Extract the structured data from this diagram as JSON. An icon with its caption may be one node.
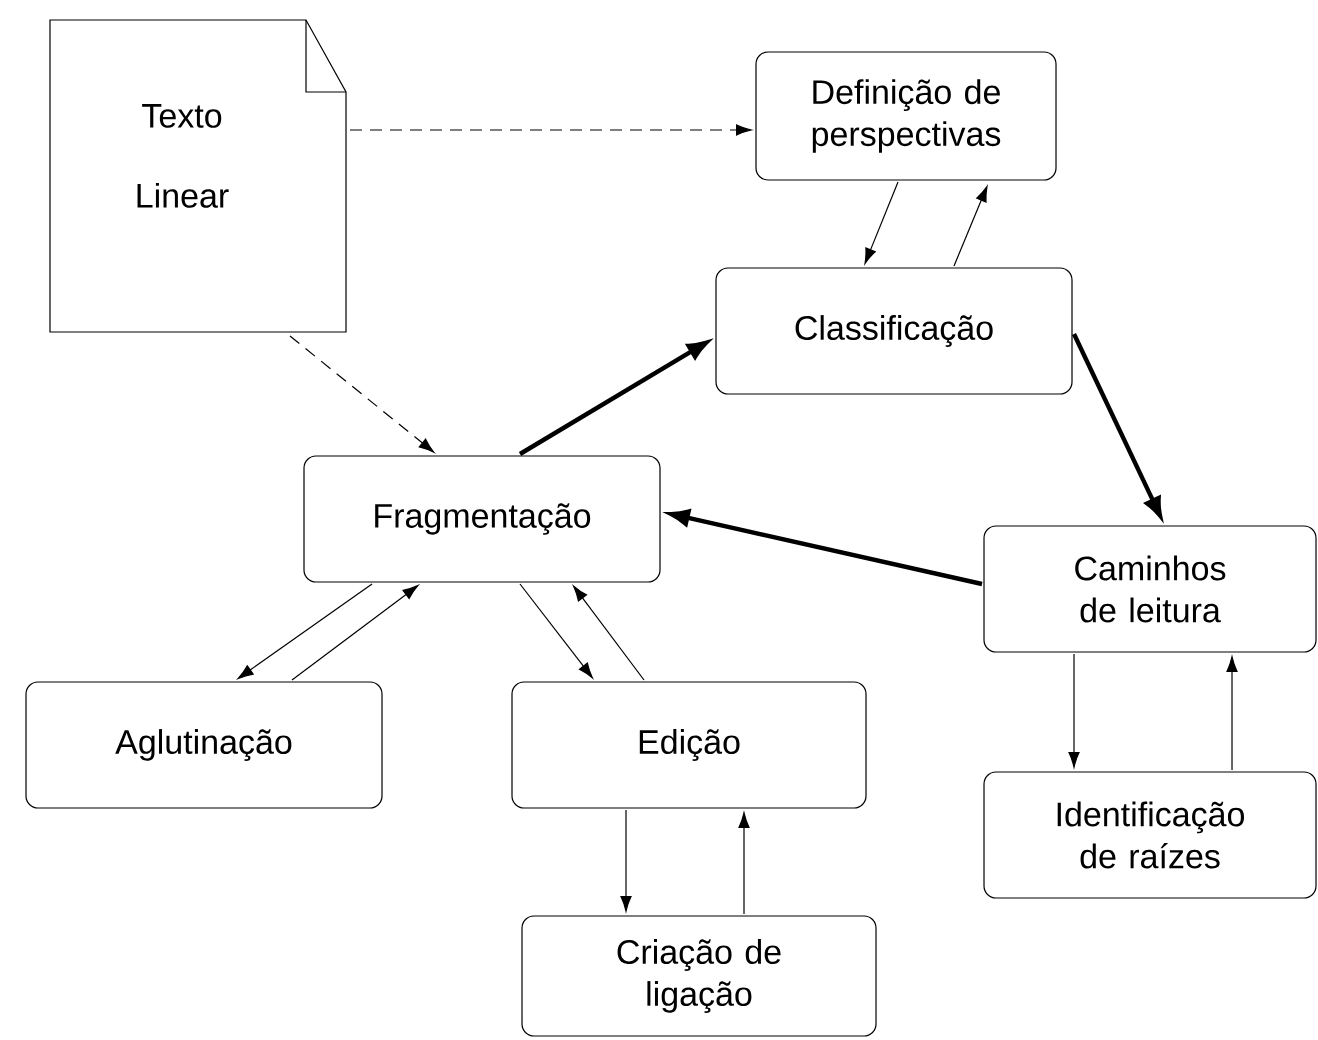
{
  "diagram": {
    "nodes": [
      {
        "text": [
          "Texto Linear"
        ]
      },
      {
        "text": [
          "Definição de perspectivas"
        ]
      },
      {
        "text": [
          "Classificação"
        ]
      },
      {
        "text": [
          "Fragmentação"
        ]
      },
      {
        "text": [
          "Caminhos de leitura"
        ]
      },
      {
        "text": [
          "Aglutinação"
        ]
      },
      {
        "text": [
          "Edição"
        ]
      },
      {
        "text": [
          "Identificação de raízes"
        ]
      },
      {
        "text": [
          "Criação de ligação"
        ]
      }
    ],
    "edges": [
      {
        "from": 0,
        "to": 1,
        "arrow": "to",
        "style": "dashed"
      },
      {
        "from": 0,
        "to": 3,
        "arrow": "to",
        "style": "dashed"
      },
      {
        "from": 1,
        "to": 2,
        "arrow": "to"
      },
      {
        "from": 2,
        "to": 1,
        "arrow": "to"
      },
      {
        "from": 3,
        "to": 2,
        "arrow": "to",
        "style": "thick"
      },
      {
        "from": 2,
        "to": 4,
        "arrow": "to",
        "style": "thick"
      },
      {
        "from": 4,
        "to": 3,
        "arrow": "to",
        "style": "thick"
      },
      {
        "from": 3,
        "to": 5,
        "arrow": "to"
      },
      {
        "from": 5,
        "to": 3,
        "arrow": "to"
      },
      {
        "from": 3,
        "to": 6,
        "arrow": "to"
      },
      {
        "from": 6,
        "to": 3,
        "arrow": "to"
      },
      {
        "from": 6,
        "to": 8,
        "arrow": "to"
      },
      {
        "from": 8,
        "to": 6,
        "arrow": "to"
      },
      {
        "from": 4,
        "to": 7,
        "arrow": "to"
      },
      {
        "from": 7,
        "to": 4,
        "arrow": "to"
      }
    ]
  }
}
